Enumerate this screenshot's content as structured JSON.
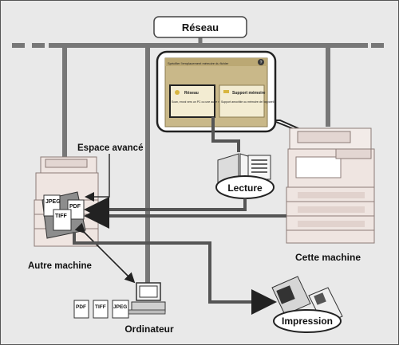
{
  "network": {
    "label": "Réseau"
  },
  "panel": {
    "header": "Spécifier l'emplacement mémoire du fichier",
    "help_label": "?",
    "network_button": {
      "title": "Réseau",
      "desc": "Scan, envoi vers un PC ou une autre machine"
    },
    "media_button": {
      "title": "Support mémoire",
      "desc": "Support amovible ou mémoire de l'appareil"
    }
  },
  "scan": {
    "label": "Lecture"
  },
  "other_machine": {
    "label": "Autre machine",
    "space_label": "Espace avancé",
    "file_types": [
      "JPEG",
      "PDF",
      "TIFF"
    ]
  },
  "this_machine": {
    "label": "Cette machine"
  },
  "computer": {
    "label": "Ordinateur",
    "file_types": [
      "PDF",
      "TIFF",
      "JPEG"
    ]
  },
  "print": {
    "label": "Impression"
  }
}
